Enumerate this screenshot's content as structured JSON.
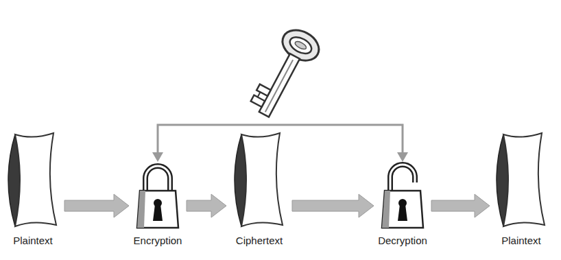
{
  "diagram": {
    "nodes": [
      {
        "text": [
          "Plaintext"
        ]
      },
      {
        "text": [
          "Encryption"
        ]
      },
      {
        "text": [
          "Ciphertext"
        ]
      },
      {
        "text": [
          "Decryption"
        ]
      },
      {
        "text": [
          "Plaintext"
        ]
      }
    ],
    "edges": [
      {
        "from": 0,
        "to": 1,
        "arrow": "to"
      },
      {
        "from": 1,
        "to": 2,
        "arrow": "to"
      },
      {
        "from": 2,
        "to": 3,
        "arrow": "to"
      },
      {
        "from": 3,
        "to": 4,
        "arrow": "to"
      },
      {
        "from": 1,
        "to": 3,
        "arrow": "both"
      }
    ]
  }
}
